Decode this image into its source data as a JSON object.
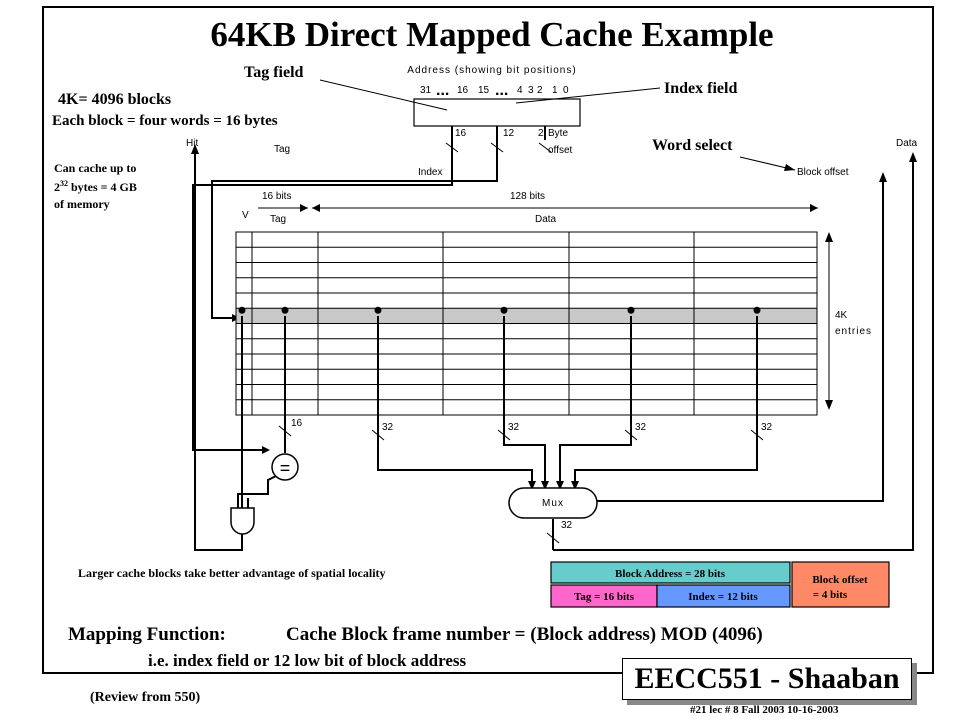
{
  "title": "64KB Direct Mapped Cache Example",
  "address_header": "Address (showing bit positions)",
  "bit_positions": {
    "b31": "31",
    "b16": "16",
    "b15": "15",
    "b4": "4",
    "b3": "3",
    "b2": "2",
    "b1": "1",
    "b0": "0",
    "dots": "..."
  },
  "field_widths": {
    "tag": "16",
    "index": "12",
    "byte": "2"
  },
  "labels": {
    "tag_field": "Tag field",
    "index_field": "Index field",
    "word_select": "Word select",
    "hit": "Hit",
    "data_out": "Data",
    "tag_addr": "Tag",
    "index_addr": "Index",
    "byte_offset_1": "Byte",
    "byte_offset_2": "offset",
    "block_offset": "Block offset",
    "tag_bits": "16 bits",
    "data_bits": "128 bits",
    "v_col": "V",
    "tag_col": "Tag",
    "data_col": "Data",
    "entries_1": "4K",
    "entries_2": "entries",
    "w16": "16",
    "w32": "32",
    "equals": "=",
    "mux": "Mux",
    "mux_out": "32"
  },
  "notes": {
    "blocks": "4K= 4096 blocks",
    "block_size": "Each block =  four words =  16 bytes",
    "capacity_1": "Can cache up to",
    "capacity_2_pre": "2",
    "capacity_2_sup": "32",
    "capacity_2_post": " bytes =  4 GB",
    "capacity_3": "of memory",
    "locality": "Larger cache blocks take better advantage of spatial locality"
  },
  "address_boxes": {
    "block_address": "Block Address  =  28 bits",
    "tag": "Tag  =  16 bits",
    "index": "Index  = 12 bits",
    "offset_1": "Block offset",
    "offset_2": "=  4 bits"
  },
  "mapping": {
    "line1_label": "Mapping Function:",
    "line1_text": "Cache Block frame number  =  (Block address) MOD (4096)",
    "line2": "i.e. index field or 12 low bit of block address"
  },
  "badge": "EECC551 - Shaaban",
  "footer": "#21   lec # 8   Fall 2003  10-16-2003",
  "review": "(Review from 550)",
  "colors": {
    "block_address_box": "#66cccc",
    "tag_box": "#ff66cc",
    "index_box": "#6699ff",
    "offset_box": "#ff8866",
    "selected_row": "#c8c8c8"
  }
}
